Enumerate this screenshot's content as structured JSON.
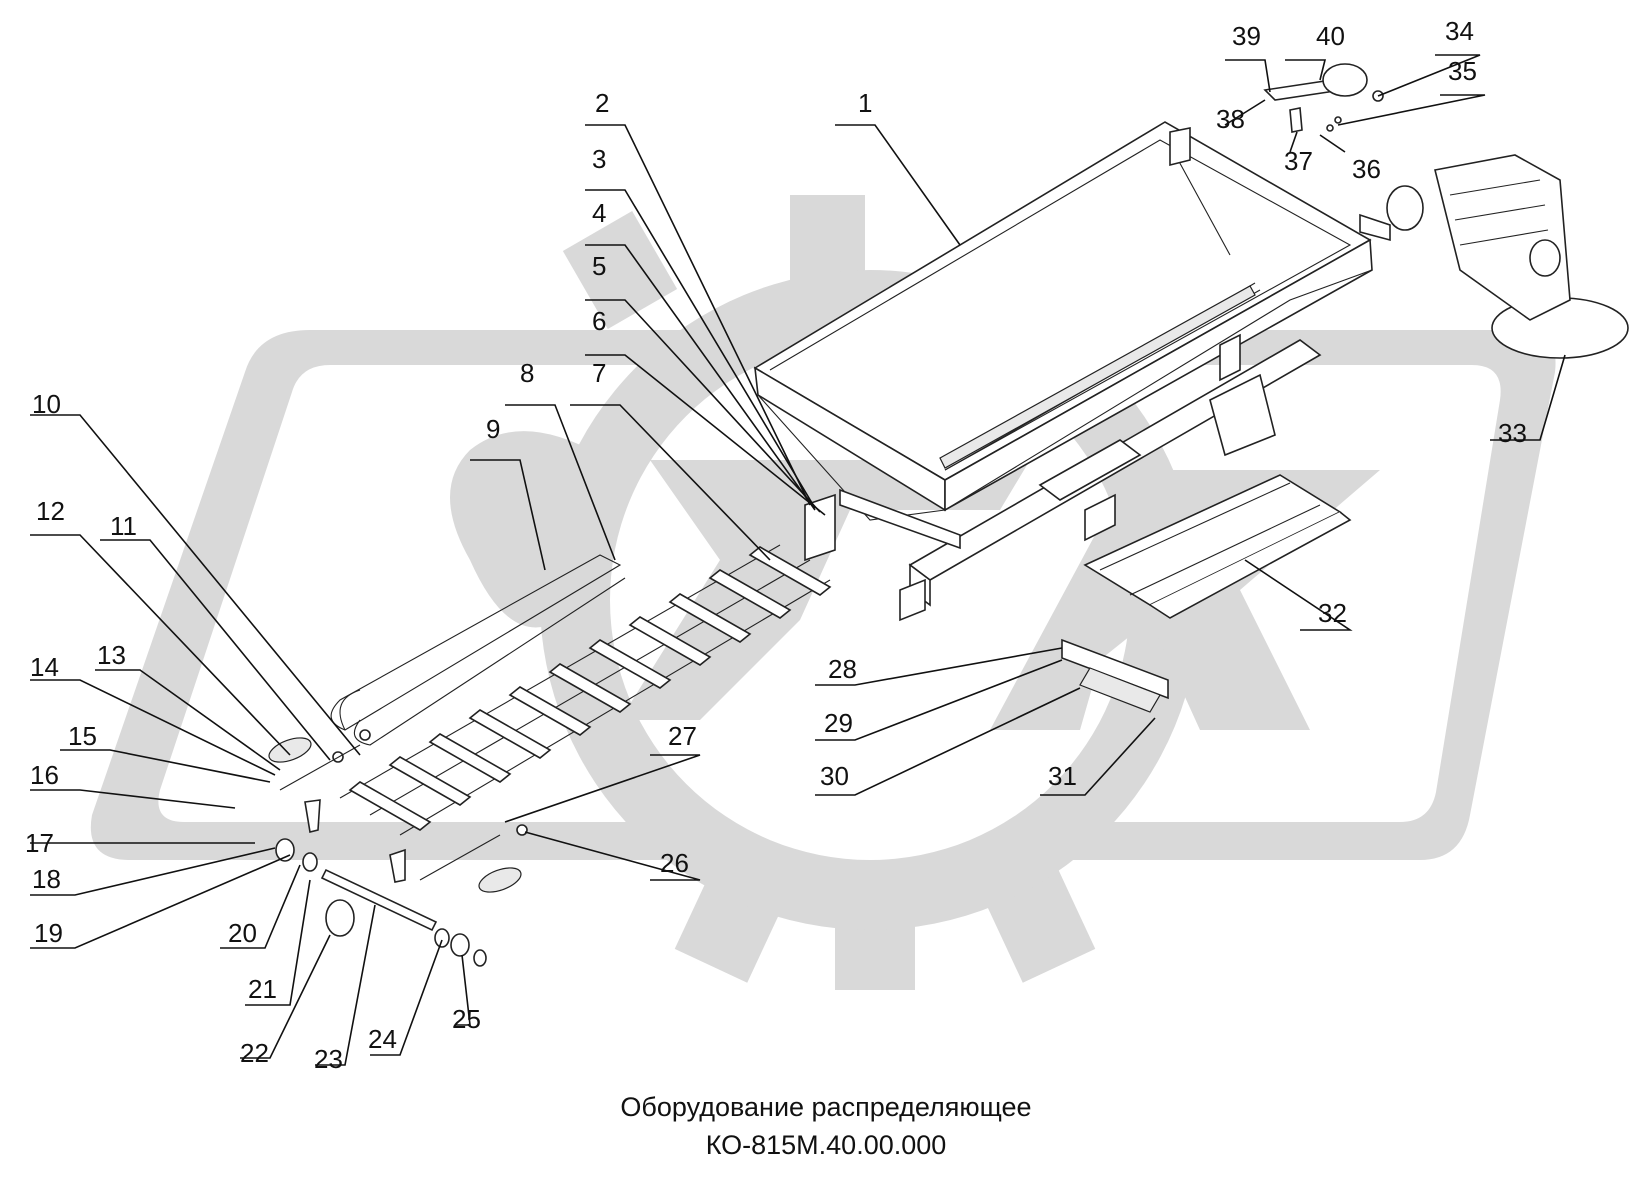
{
  "caption": {
    "line1": "Оборудование распределяющее",
    "line2": "КО-815М.40.00.000"
  },
  "watermark": {
    "color": "#d9d9d9",
    "icon": "gear-logo-watermark"
  },
  "callouts": [
    {
      "id": "1",
      "label": "1"
    },
    {
      "id": "2",
      "label": "2"
    },
    {
      "id": "3",
      "label": "3"
    },
    {
      "id": "4",
      "label": "4"
    },
    {
      "id": "5",
      "label": "5"
    },
    {
      "id": "6",
      "label": "6"
    },
    {
      "id": "7",
      "label": "7"
    },
    {
      "id": "8",
      "label": "8"
    },
    {
      "id": "9",
      "label": "9"
    },
    {
      "id": "10",
      "label": "10"
    },
    {
      "id": "11",
      "label": "11"
    },
    {
      "id": "12",
      "label": "12"
    },
    {
      "id": "13",
      "label": "13"
    },
    {
      "id": "14",
      "label": "14"
    },
    {
      "id": "15",
      "label": "15"
    },
    {
      "id": "16",
      "label": "16"
    },
    {
      "id": "17",
      "label": "17"
    },
    {
      "id": "18",
      "label": "18"
    },
    {
      "id": "19",
      "label": "19"
    },
    {
      "id": "20",
      "label": "20"
    },
    {
      "id": "21",
      "label": "21"
    },
    {
      "id": "22",
      "label": "22"
    },
    {
      "id": "23",
      "label": "23"
    },
    {
      "id": "24",
      "label": "24"
    },
    {
      "id": "25",
      "label": "25"
    },
    {
      "id": "26",
      "label": "26"
    },
    {
      "id": "27",
      "label": "27"
    },
    {
      "id": "28",
      "label": "28"
    },
    {
      "id": "29",
      "label": "29"
    },
    {
      "id": "30",
      "label": "30"
    },
    {
      "id": "31",
      "label": "31"
    },
    {
      "id": "32",
      "label": "32"
    },
    {
      "id": "33",
      "label": "33"
    },
    {
      "id": "34",
      "label": "34"
    },
    {
      "id": "35",
      "label": "35"
    },
    {
      "id": "36",
      "label": "36"
    },
    {
      "id": "37",
      "label": "37"
    },
    {
      "id": "38",
      "label": "38"
    },
    {
      "id": "39",
      "label": "39"
    },
    {
      "id": "40",
      "label": "40"
    }
  ]
}
